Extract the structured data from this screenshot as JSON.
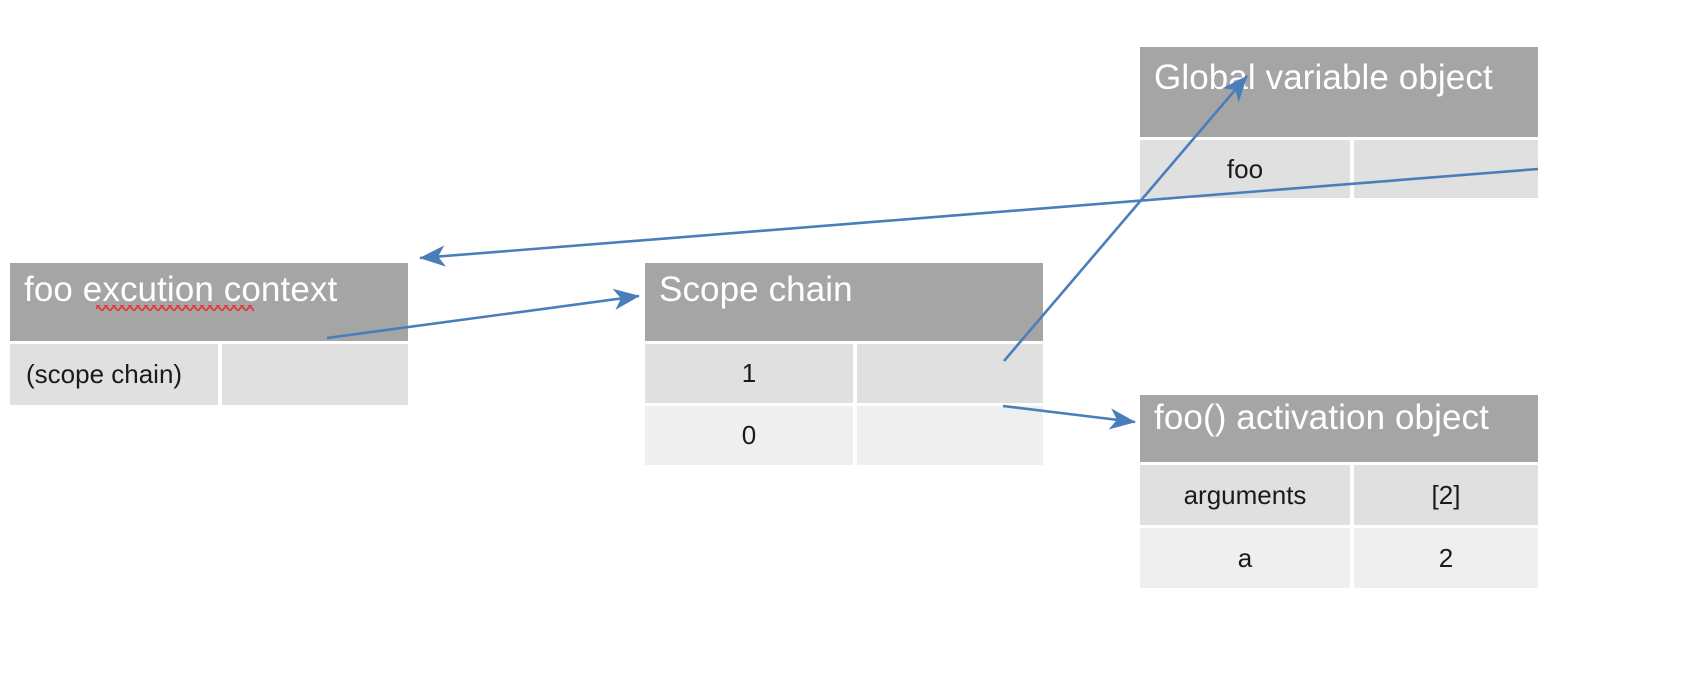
{
  "diagram": {
    "title": "JavaScript scope chain / execution context diagram",
    "background_color": "#ffffff",
    "header_color": "#a5a5a5",
    "header_text_color": "#ffffff",
    "row_color_a": "#e0e0e0",
    "row_color_b": "#efefef",
    "arrow_color": "#4a7ebb",
    "spellcheck_underline_color": "#e0403c"
  },
  "tables": {
    "foo_execution_context": {
      "header": "foo excution context",
      "header_has_spellcheck_underline": true,
      "misspelled_word": "excution",
      "rows": [
        {
          "key": "(scope chain)",
          "value": ""
        }
      ]
    },
    "scope_chain": {
      "header": "Scope chain",
      "rows": [
        {
          "key": "1",
          "value": ""
        },
        {
          "key": "0",
          "value": ""
        }
      ]
    },
    "global_variable_object": {
      "header": "Global variable object",
      "rows": [
        {
          "key": "foo",
          "value": ""
        }
      ]
    },
    "foo_activation_object": {
      "header": "foo() activation object",
      "rows": [
        {
          "key": "arguments",
          "value": "[2]"
        },
        {
          "key": "a",
          "value": "2"
        }
      ]
    }
  },
  "arrows": [
    {
      "name": "global-foo-value-to-foo-execution-context",
      "from": "global_variable_object.foo value cell",
      "to": "foo excution context header",
      "color": "#4a7ebb"
    },
    {
      "name": "scope-chain-cell-to-scope-chain-table",
      "from": "foo excution context (scope chain) value cell",
      "to": "Scope chain header",
      "color": "#4a7ebb"
    },
    {
      "name": "scope-chain-1-to-global-variable-object",
      "from": "Scope chain row 1 value cell",
      "to": "Global variable object header",
      "color": "#4a7ebb"
    },
    {
      "name": "scope-chain-0-to-foo-activation-object",
      "from": "Scope chain row 0 value cell",
      "to": "foo() activation object header",
      "color": "#4a7ebb"
    }
  ]
}
